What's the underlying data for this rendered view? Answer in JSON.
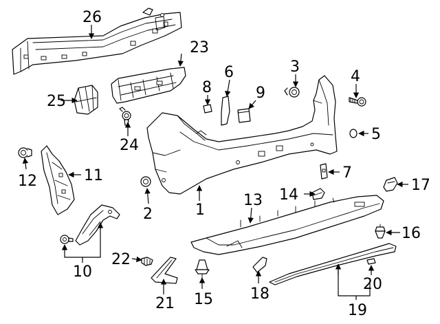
{
  "callouts": {
    "c1": "1",
    "c2": "2",
    "c3": "3",
    "c4": "4",
    "c5": "5",
    "c6": "6",
    "c7": "7",
    "c8": "8",
    "c9": "9",
    "c10": "10",
    "c11": "11",
    "c12": "12",
    "c13": "13",
    "c14": "14",
    "c15": "15",
    "c16": "16",
    "c17": "17",
    "c18": "18",
    "c19": "19",
    "c20": "20",
    "c21": "21",
    "c22": "22",
    "c23": "23",
    "c24": "24",
    "c25": "25",
    "c26": "26"
  },
  "colors": {
    "ink": "#000000",
    "paper": "#ffffff"
  }
}
